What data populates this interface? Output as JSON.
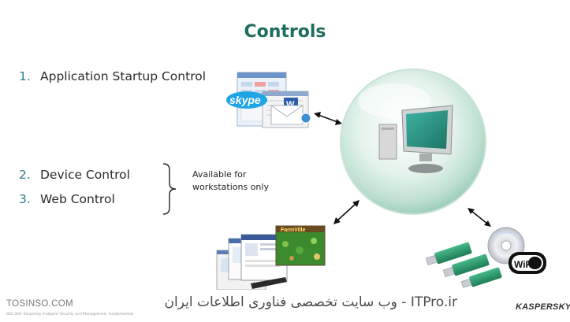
{
  "slide": {
    "title": "Controls",
    "items": [
      {
        "number": "1.",
        "label": "Application Startup Control"
      },
      {
        "number": "2.",
        "label": "Device Control"
      },
      {
        "number": "3.",
        "label": "Web Control"
      }
    ],
    "note": [
      "Available for",
      "workstations only"
    ],
    "icons": {
      "skype_label": "skype",
      "wifi_label": "WiFi",
      "farmville_label": "FarmVille"
    }
  },
  "footer": {
    "watermark_left": "TOSINSO.COM",
    "watermark_center": "ITPro.ir - وب سایت تخصصی فناوری اطلاعات ایران",
    "course_text": "002 304: Kaspersky Endpoint Security and Management. Fundamentals",
    "logo": "KASPERSKY",
    "logo_mark": "®"
  },
  "colors": {
    "title": "#1f6d5e",
    "number": "#2b7d92",
    "sphere": "#d7ece2",
    "usb": "#2e9c6e",
    "monitor": "#2b8c7e"
  }
}
